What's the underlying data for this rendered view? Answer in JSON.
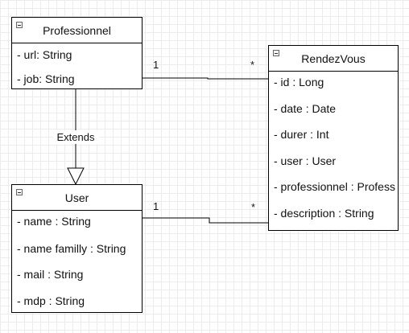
{
  "classes": {
    "professionnel": {
      "name": "Professionnel",
      "attributes": [
        "- url: String",
        "- job: String"
      ]
    },
    "rendezvous": {
      "name": "RendezVous",
      "attributes": [
        "- id : Long",
        "- date : Date",
        "- durer : Int",
        "- user : User",
        "- professionnel : Profess",
        "- description : String"
      ]
    },
    "user": {
      "name": "User",
      "attributes": [
        "- name : String",
        "- name familly : String",
        "- mail : String",
        "- mdp : String"
      ]
    }
  },
  "relations": {
    "extends_label": "Extends",
    "pro_rdv": {
      "source_mult": "1",
      "target_mult": "*"
    },
    "user_rdv": {
      "source_mult": "1",
      "target_mult": "*"
    }
  }
}
